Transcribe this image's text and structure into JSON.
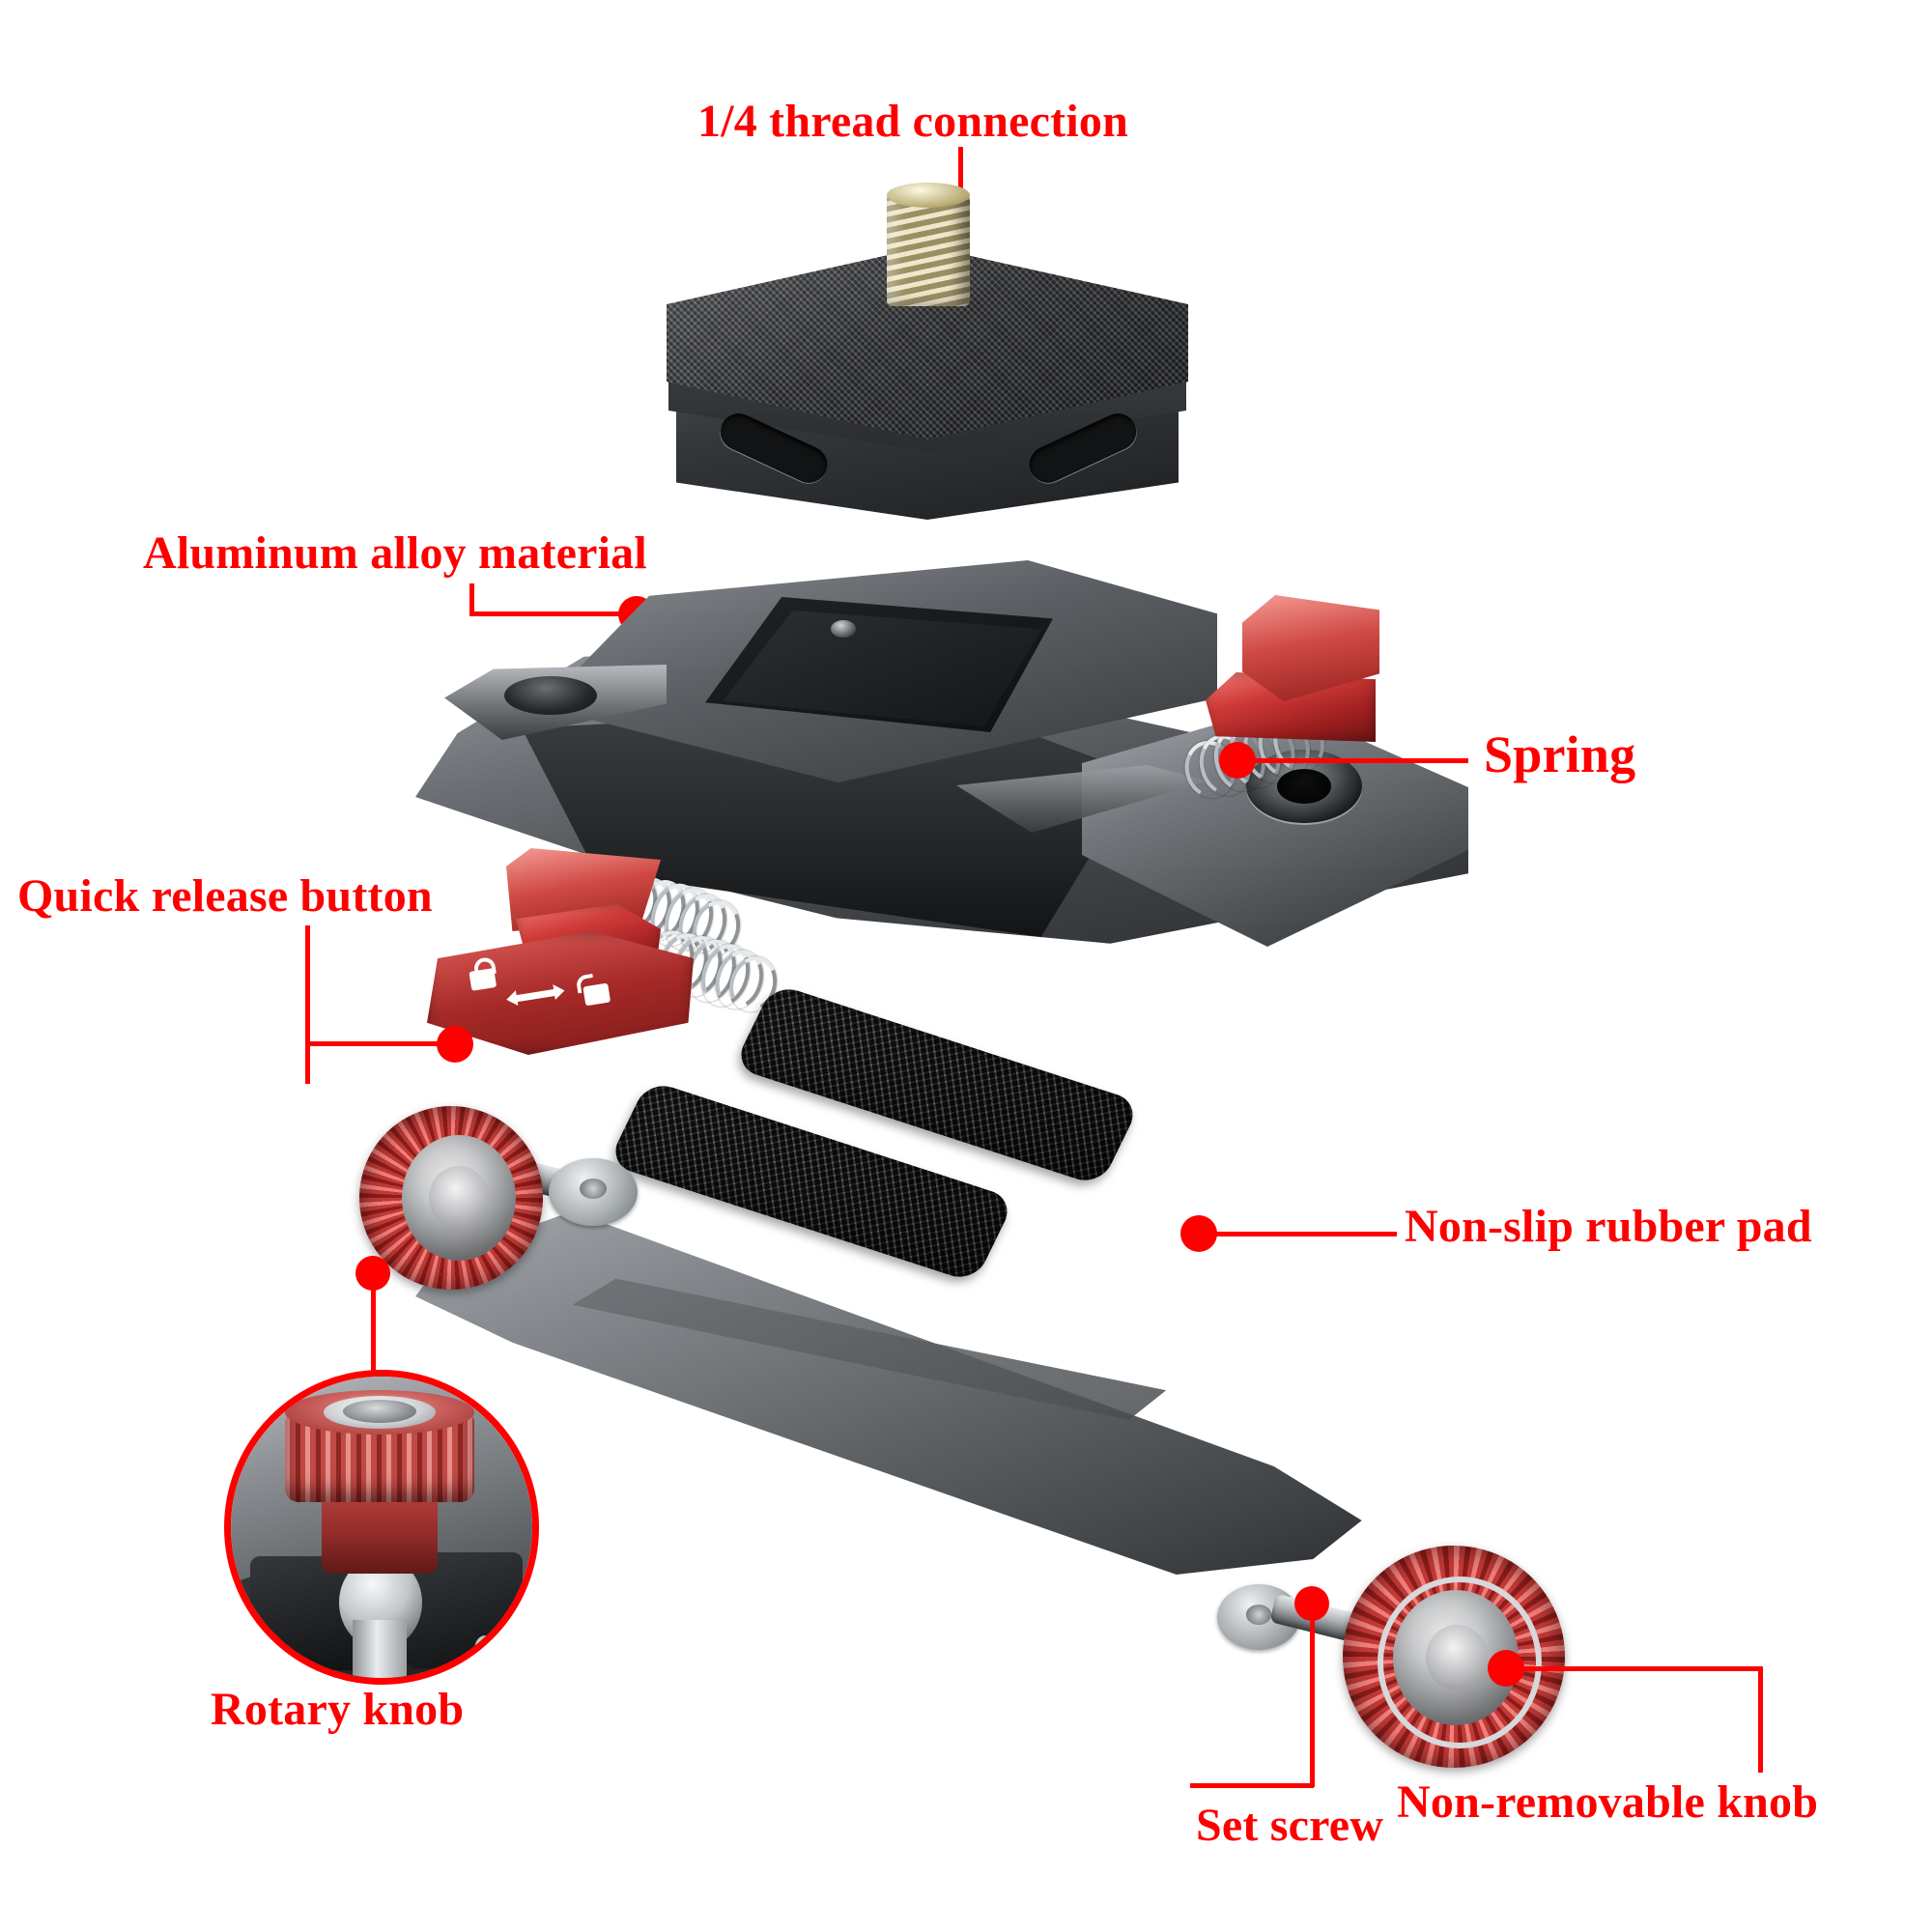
{
  "diagram": {
    "title": "Quick release plate exploded view",
    "accent_color": "#FF0000",
    "background_color": "#FFFFFF"
  },
  "callouts": [
    {
      "id": "thread",
      "label": "1/4 thread connection",
      "target": "quick-release-plate-screw",
      "leader": "vertical-down"
    },
    {
      "id": "aluminum",
      "label": "Aluminum alloy material",
      "target": "clamp-body",
      "leader": "down-then-right"
    },
    {
      "id": "spring",
      "label": "Spring",
      "target": "right-spring",
      "leader": "horizontal-left"
    },
    {
      "id": "quick_release",
      "label": "Quick release button",
      "target": "quick-release-button",
      "leader": "down-then-right"
    },
    {
      "id": "rubber_pad",
      "label": "Non-slip rubber pad",
      "target": "rubber-pad-right",
      "leader": "horizontal-left"
    },
    {
      "id": "rotary",
      "label": "Rotary knob",
      "target": "left-knob",
      "leader": "vertical-down-to-inset"
    },
    {
      "id": "set_screw",
      "label": "Set screw",
      "target": "arm-set-screw",
      "leader": "down-then-left"
    },
    {
      "id": "non_removable",
      "label": "Non-removable knob",
      "target": "right-knob",
      "leader": "horizontal-right"
    }
  ],
  "parts": {
    "quick_release_plate": {
      "name": "Quick release plate",
      "finish": "black anodized, diamond knurled top",
      "screw": "1/4-20 tripod screw"
    },
    "clamp_body": {
      "name": "Aluminum alloy clamp body",
      "finish": "gunmetal grey machined aluminum"
    },
    "springs": {
      "name": "Compression spring",
      "count": 2,
      "finish": "polished steel"
    },
    "quick_release_button": {
      "name": "Quick release button",
      "finish": "red anodized aluminum",
      "icons": [
        "lock-closed-icon",
        "double-arrow-icon",
        "lock-open-icon"
      ]
    },
    "rubber_pads": {
      "name": "Non-slip rubber pad",
      "count": 2,
      "finish": "black cross-hatch rubber"
    },
    "arm_plate": {
      "name": "Aluminum arm plate",
      "finish": "grey anodized aluminum"
    },
    "knobs": {
      "name": "Knurled rotary knob",
      "count": 2,
      "finish": "red anodized, knurled rim"
    },
    "inset": {
      "name": "Rotary knob detail close-up",
      "border_color": "#FF0000"
    }
  }
}
